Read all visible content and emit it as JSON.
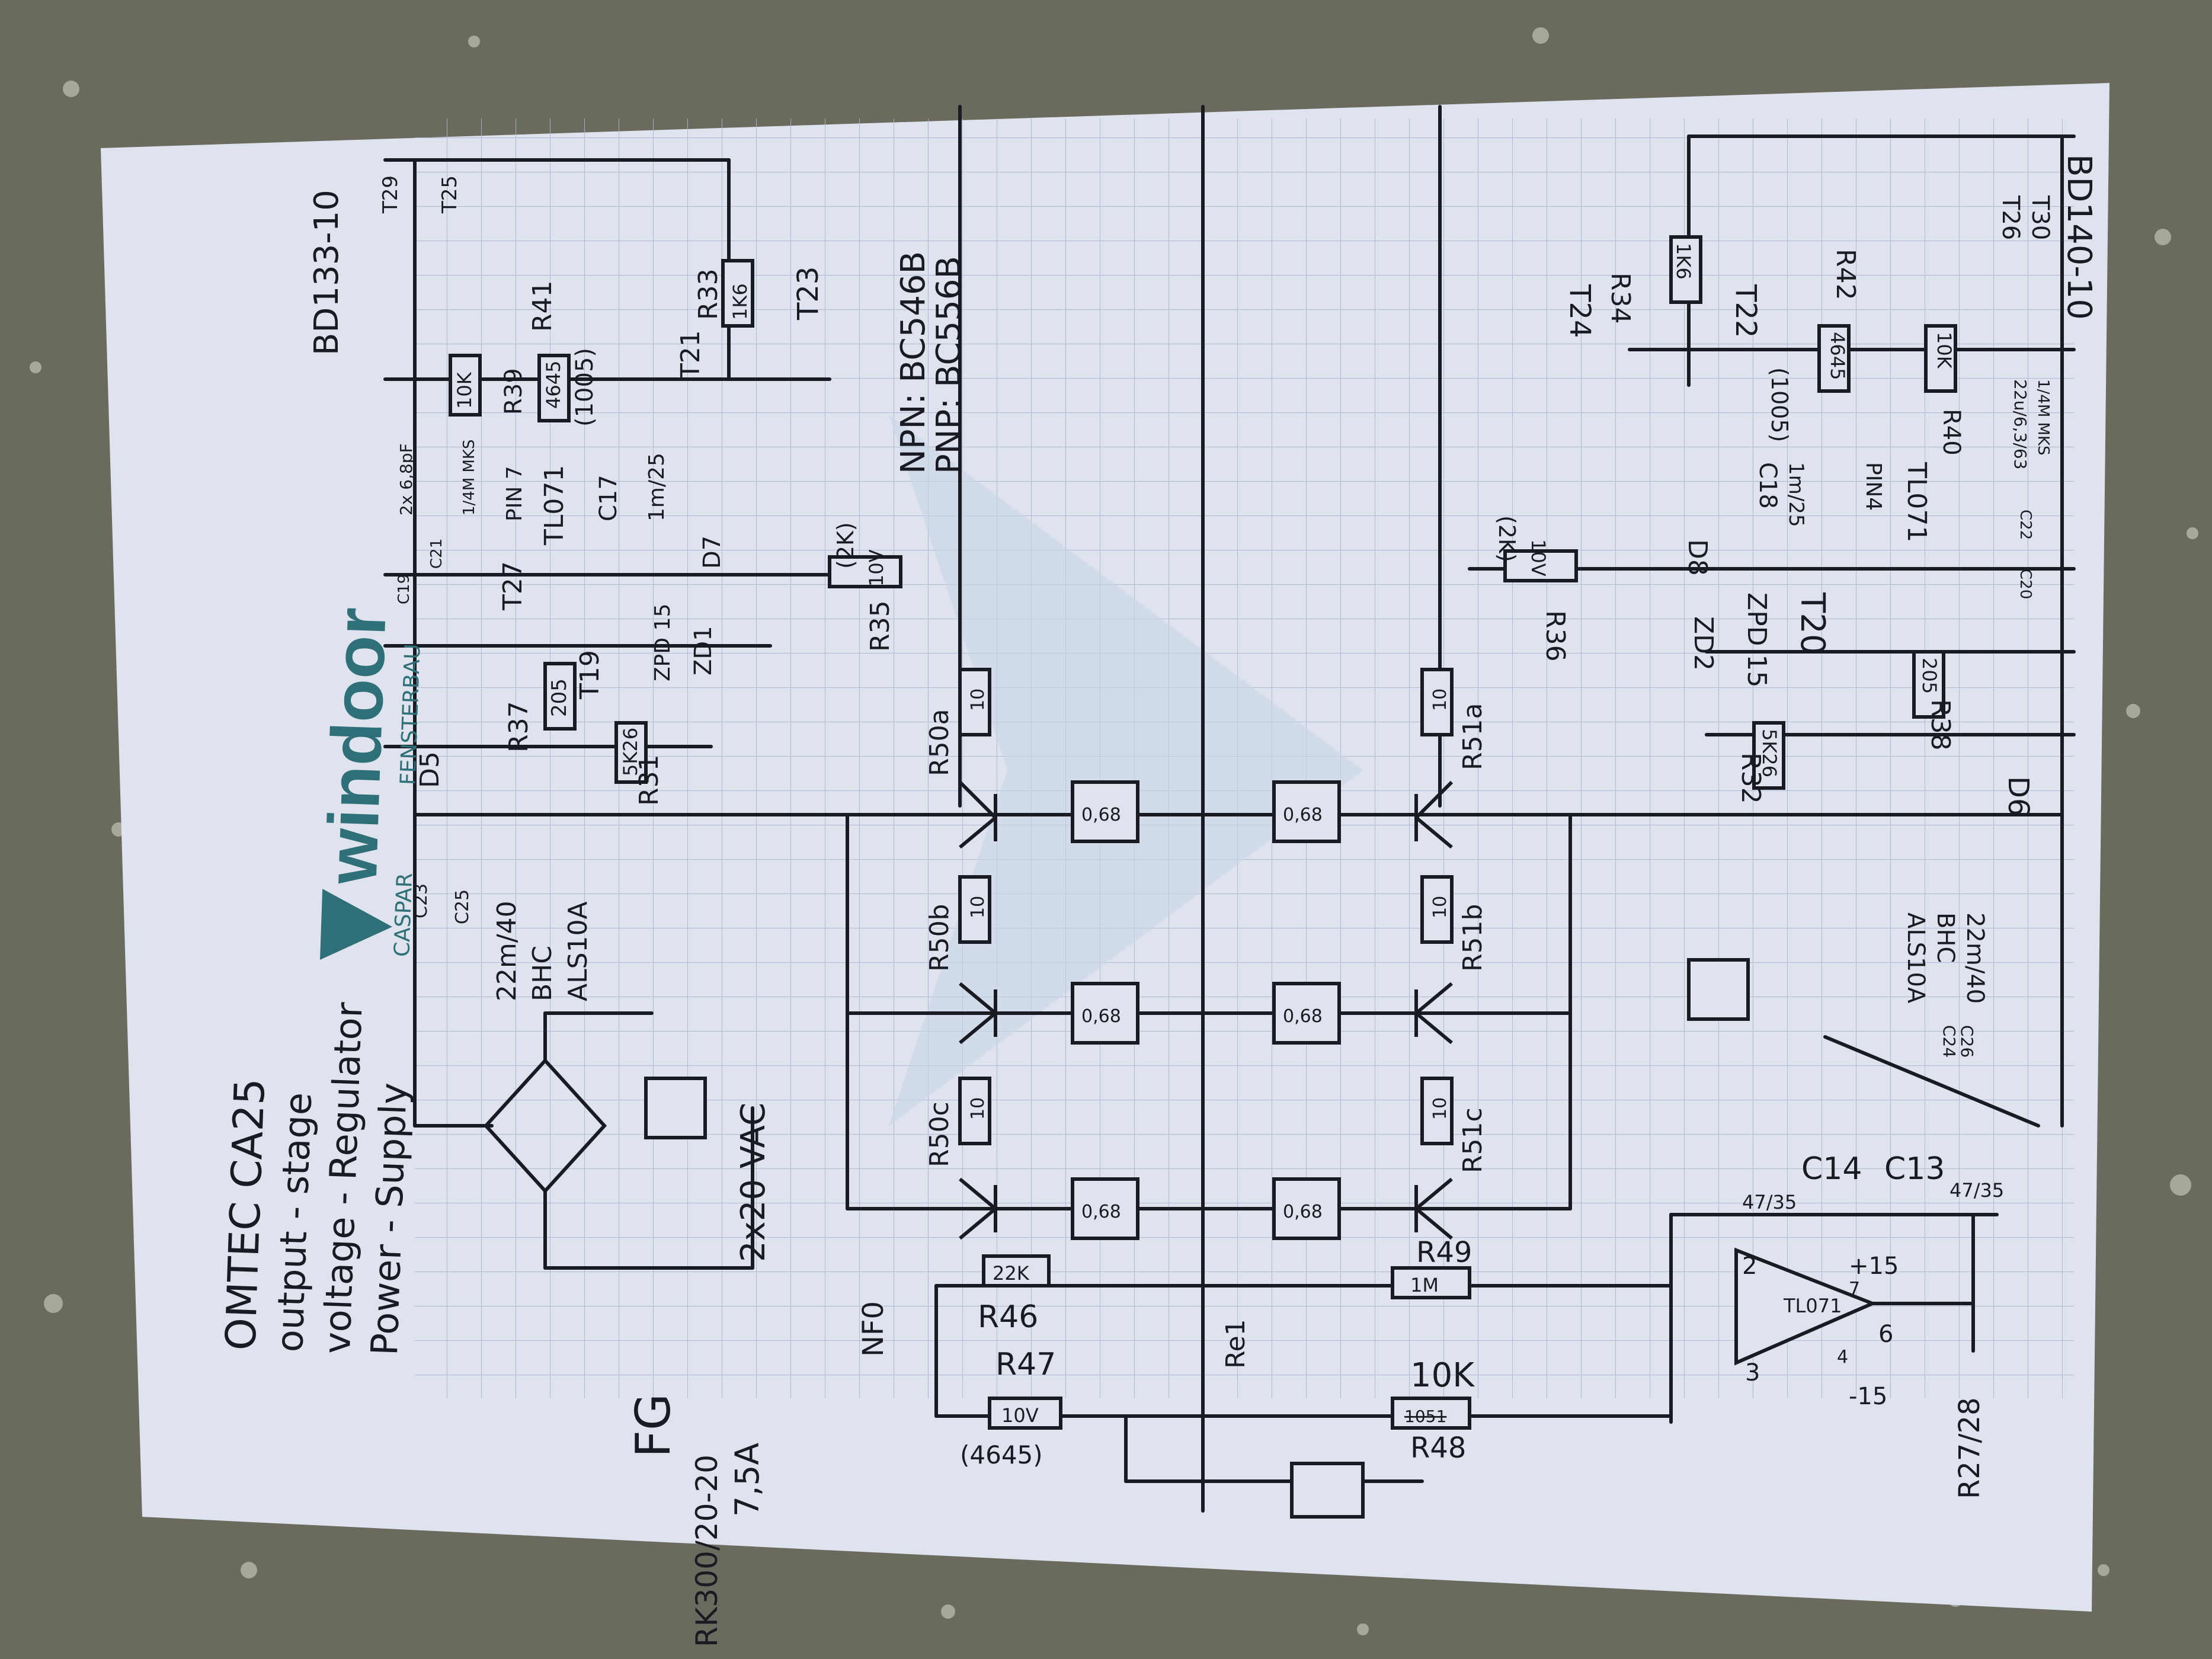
{
  "title": {
    "line1": "OMTEC CA25",
    "line2": "output - stage",
    "line3": "voltage - Regulator",
    "line4": "Power - Supply"
  },
  "logo": {
    "brand": "windoor",
    "left": "CASPAR",
    "right": "FENSTERBAU",
    "color": "#2f6f78"
  },
  "labels": {
    "fg": "FG",
    "rk": "RK300/20-20",
    "fuse": "7,5A",
    "transformer": "2x20 VAC",
    "cap_main_left": "22m/40",
    "cap_main_left_b": "BHC",
    "cap_main_left_c": "ALS10A",
    "c23": "C23",
    "c25": "C25",
    "d5": "D5",
    "r37": "R37",
    "r37_val": "205",
    "r31": "R31",
    "r31_val": "5K26",
    "t19": "T19",
    "t27": "T27",
    "zd1": "ZD1",
    "zpd": "ZPD 15",
    "d7": "D7",
    "c17": "C17",
    "c17_val": "1m/25",
    "tl071_top": "TL071",
    "pin7": "PIN 7",
    "r39": "R39",
    "r39_val": "10K",
    "r41": "R41",
    "r41_val": "4645",
    "r41_alt": "(1005)",
    "c21": "C21",
    "c21_val": "2x 6,8pF",
    "c19": "C19",
    "mks": "1/4M MKS",
    "t21": "T21",
    "t23": "T23",
    "t25": "T25",
    "t29": "T29",
    "r33": "R33",
    "r33_val": "1K6",
    "r35": "R35",
    "r35_val": "10V",
    "r35_alt": "(2K)",
    "bd133": "BD133-10",
    "npn": "NPN: BC546B",
    "pnp": "PNP: BC556B",
    "r50a": "R50a",
    "r50b": "R50b",
    "r50c": "R50c",
    "r51a": "R51a",
    "r51b": "R51b",
    "r51c": "R51c",
    "r10": "10",
    "r068": "0,68",
    "r36": "R36",
    "r36_val": "10V",
    "r36_alt": "(2K)",
    "d8": "D8",
    "zd2": "ZD2",
    "zpd2": "ZPD 15",
    "t20": "T20",
    "t24": "T24",
    "t22": "T22",
    "t26": "T26",
    "t30": "T30",
    "r34": "R34",
    "r34_val": "1K6",
    "r42": "R42",
    "r42_val": "4645",
    "r42_alt": "(1005)",
    "r40": "R40",
    "r40_val": "10K",
    "c18": "C18",
    "c18_val": "1m/25",
    "c22": "C22",
    "c20": "C20",
    "pin4": "PIN4",
    "tl071_bot": "TL071",
    "r38": "R38",
    "r38_val": "205",
    "r32": "R32",
    "r32_val": "5K26",
    "d6": "D6",
    "bd140": "BD140-10",
    "cap_main_right": "22m/40",
    "cap_main_right_b": "BHC",
    "cap_main_right_c": "ALS10A",
    "c24": "C24",
    "c26": "C26",
    "c14": "C14",
    "c13": "C13",
    "c14_val": "47/35",
    "c13_val": "47/35",
    "r49": "R49",
    "r49_val": "1M",
    "r46": "R46",
    "r46_val": "22K",
    "r47": "R47",
    "r47_val": "10V",
    "r47_alt": "(4645)",
    "r48": "R48",
    "r48_val": "10K",
    "r48_strike": "1051",
    "rel": "Re1",
    "nf0": "NF0",
    "opamp": "TL071",
    "op_pin2": "2",
    "op_pin3": "3",
    "op_pin4": "4",
    "op_pin6": "6",
    "op_pin7": "7",
    "op_plus15": "+15",
    "op_minus15": "-15",
    "r27": "R27/28",
    "cap_mix": "22u/6,3/63",
    "cap_mix2": "1/4M MKS"
  },
  "colors": {
    "paper": "#dfe3ee",
    "grid": "#a9b4d0",
    "ink": "#1a1a22",
    "background": "#6b6a5e"
  }
}
